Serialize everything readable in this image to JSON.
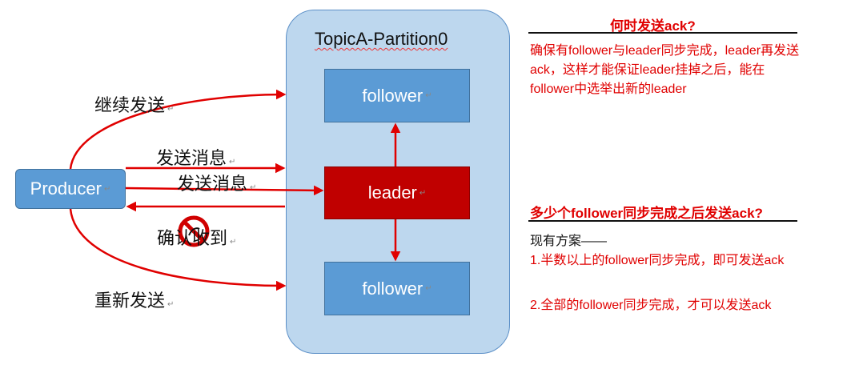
{
  "topic": {
    "title": "TopicA-Partition0"
  },
  "nodes": {
    "follower_top": "follower",
    "leader": "leader",
    "follower_bottom": "follower",
    "producer": "Producer"
  },
  "labels": {
    "continue_send": "继续发送",
    "send_msg_1": "发送消息",
    "send_msg_2": "发送消息",
    "confirm_received": "确认收到",
    "resend": "重新发送"
  },
  "notes": {
    "when_title": "何时发送ack?",
    "when_body": "确保有follower与leader同步完成，leader再发送ack，这样才能保证leader挂掉之后，能在follower中选举出新的leader",
    "how_many_title": "多少个follower同步完成之后发送ack?",
    "plan_intro": "现有方案——",
    "plan_1": "1.半数以上的follower同步完成，即可发送ack",
    "plan_2": "2.全部的follower同步完成，才可以发送ack"
  },
  "colors": {
    "arrow": "#e00000",
    "leader": "#c00000",
    "follower": "#5b9bd5",
    "topic_bg": "#bdd7ee"
  },
  "icons": {
    "forbidden": "no-entry-icon"
  }
}
